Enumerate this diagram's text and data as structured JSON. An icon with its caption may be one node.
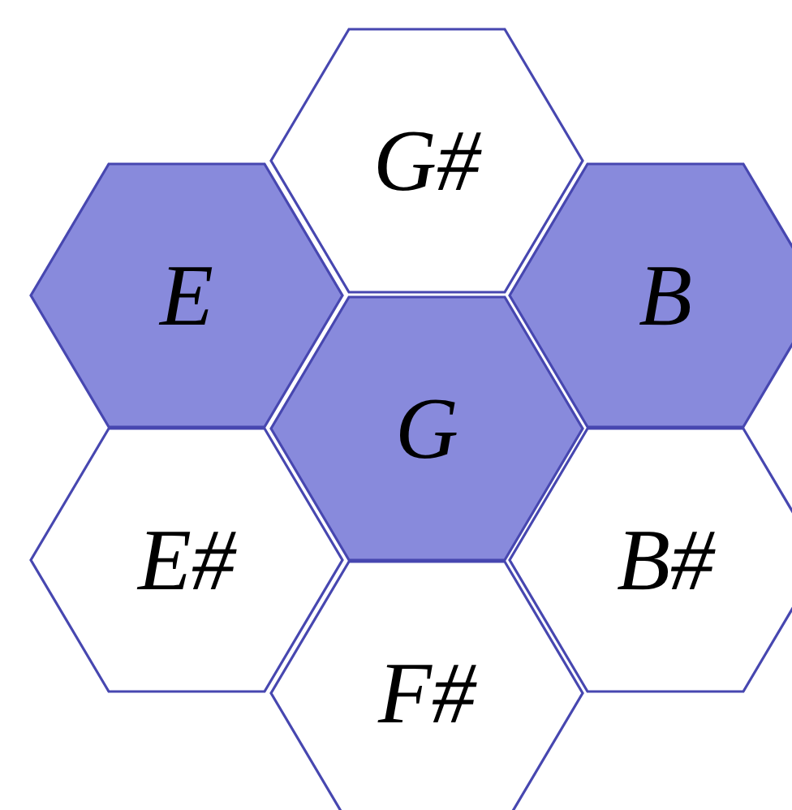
{
  "diagram": {
    "nodes": [
      {
        "text": [
          "G#"
        ]
      },
      {
        "text": [
          "E"
        ]
      },
      {
        "text": [
          "B"
        ]
      },
      {
        "text": [
          "G"
        ]
      },
      {
        "text": [
          "E#"
        ]
      },
      {
        "text": [
          "B#"
        ]
      },
      {
        "text": [
          "F#"
        ]
      }
    ]
  }
}
